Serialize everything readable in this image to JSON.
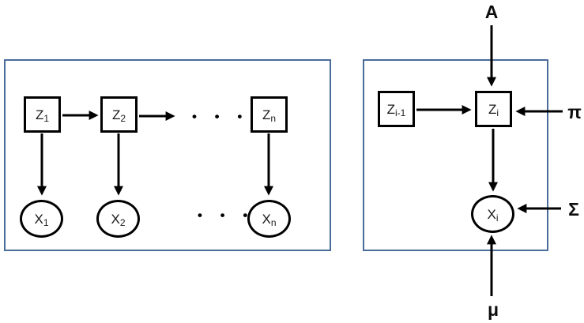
{
  "colors": {
    "panel_border": "#4a6c9b",
    "node_border": "#000000",
    "arrow": "#000000",
    "background": "#ffffff"
  },
  "left_panel": {
    "z_nodes": [
      {
        "base": "Z",
        "sub": "1"
      },
      {
        "base": "Z",
        "sub": "2"
      },
      {
        "base": "Z",
        "sub": "n"
      }
    ],
    "x_nodes": [
      {
        "base": "X",
        "sub": "1"
      },
      {
        "base": "X",
        "sub": "2"
      },
      {
        "base": "X",
        "sub": "n"
      }
    ],
    "ellipsis_top": "• • •",
    "ellipsis_bottom": "• • •"
  },
  "right_panel": {
    "z_prev": {
      "base": "Z",
      "sub": "i-1"
    },
    "z_cur": {
      "base": "Z",
      "sub": "i"
    },
    "x_cur": {
      "base": "X",
      "sub": "i"
    },
    "labels": {
      "a": "A",
      "pi": "π",
      "sigma": "Σ",
      "mu": "μ"
    }
  }
}
